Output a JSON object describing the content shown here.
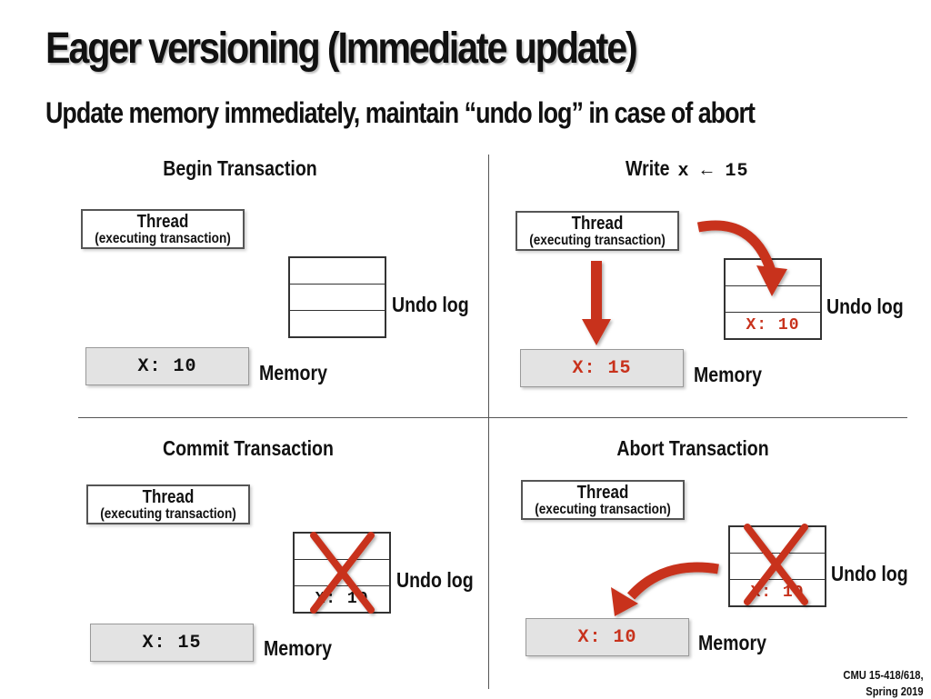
{
  "slide": {
    "title": "Eager versioning (Immediate update)",
    "subtitle": "Update memory immediately, maintain “undo log” in case of abort"
  },
  "thread_label": "Thread",
  "thread_sublabel": "(executing transaction)",
  "undo_log_label": "Undo log",
  "memory_label": "Memory",
  "quadrants": {
    "begin": {
      "title": "Begin Transaction",
      "memory_value": "X: 10"
    },
    "write": {
      "title_prefix": "Write",
      "title_code": "x ← 15",
      "undo_entry": "X: 10",
      "memory_value": "X: 15"
    },
    "commit": {
      "title": "Commit Transaction",
      "undo_entry": "X: 10",
      "memory_value": "X: 15"
    },
    "abort": {
      "title": "Abort Transaction",
      "undo_entry": "X: 10",
      "memory_value": "X: 10"
    }
  },
  "footer": {
    "course": "CMU 15-418/618,",
    "term": "Spring 2019"
  },
  "colors": {
    "accent_red": "#c8321c",
    "memory_fill": "#e3e3e3"
  }
}
